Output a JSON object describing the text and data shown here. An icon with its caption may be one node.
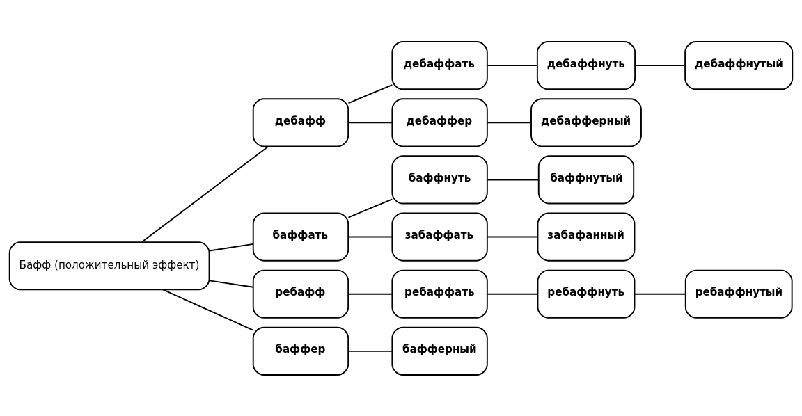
{
  "diagram": {
    "nodes": [
      {
        "text": [
          "Бафф (положительный эффект)"
        ]
      },
      {
        "text": [
          "дебафф"
        ]
      },
      {
        "text": [
          "дебаффать"
        ]
      },
      {
        "text": [
          "дебаффнуть"
        ]
      },
      {
        "text": [
          "дебаффнутый"
        ]
      },
      {
        "text": [
          "дебаффер"
        ]
      },
      {
        "text": [
          "дебафферный"
        ]
      },
      {
        "text": [
          "баффать"
        ]
      },
      {
        "text": [
          "баффнуть"
        ]
      },
      {
        "text": [
          "баффнутый"
        ]
      },
      {
        "text": [
          "забаффать"
        ]
      },
      {
        "text": [
          "забафанный"
        ]
      },
      {
        "text": [
          "ребафф"
        ]
      },
      {
        "text": [
          "ребаффать"
        ]
      },
      {
        "text": [
          "ребаффнуть"
        ]
      },
      {
        "text": [
          "ребаффнутый"
        ]
      },
      {
        "text": [
          "баффер"
        ]
      },
      {
        "text": [
          "бафферный"
        ]
      }
    ],
    "edges": [
      {
        "from": 0,
        "to": 1,
        "arrow": "none"
      },
      {
        "from": 0,
        "to": 7,
        "arrow": "none"
      },
      {
        "from": 0,
        "to": 12,
        "arrow": "none"
      },
      {
        "from": 0,
        "to": 16,
        "arrow": "none"
      },
      {
        "from": 1,
        "to": 2,
        "arrow": "none"
      },
      {
        "from": 1,
        "to": 5,
        "arrow": "none"
      },
      {
        "from": 2,
        "to": 3,
        "arrow": "none"
      },
      {
        "from": 3,
        "to": 4,
        "arrow": "none"
      },
      {
        "from": 5,
        "to": 6,
        "arrow": "none"
      },
      {
        "from": 7,
        "to": 8,
        "arrow": "none"
      },
      {
        "from": 7,
        "to": 10,
        "arrow": "none"
      },
      {
        "from": 8,
        "to": 9,
        "arrow": "none"
      },
      {
        "from": 10,
        "to": 11,
        "arrow": "none"
      },
      {
        "from": 12,
        "to": 13,
        "arrow": "none"
      },
      {
        "from": 13,
        "to": 14,
        "arrow": "none"
      },
      {
        "from": 14,
        "to": 15,
        "arrow": "none"
      },
      {
        "from": 16,
        "to": 17,
        "arrow": "none"
      }
    ]
  }
}
